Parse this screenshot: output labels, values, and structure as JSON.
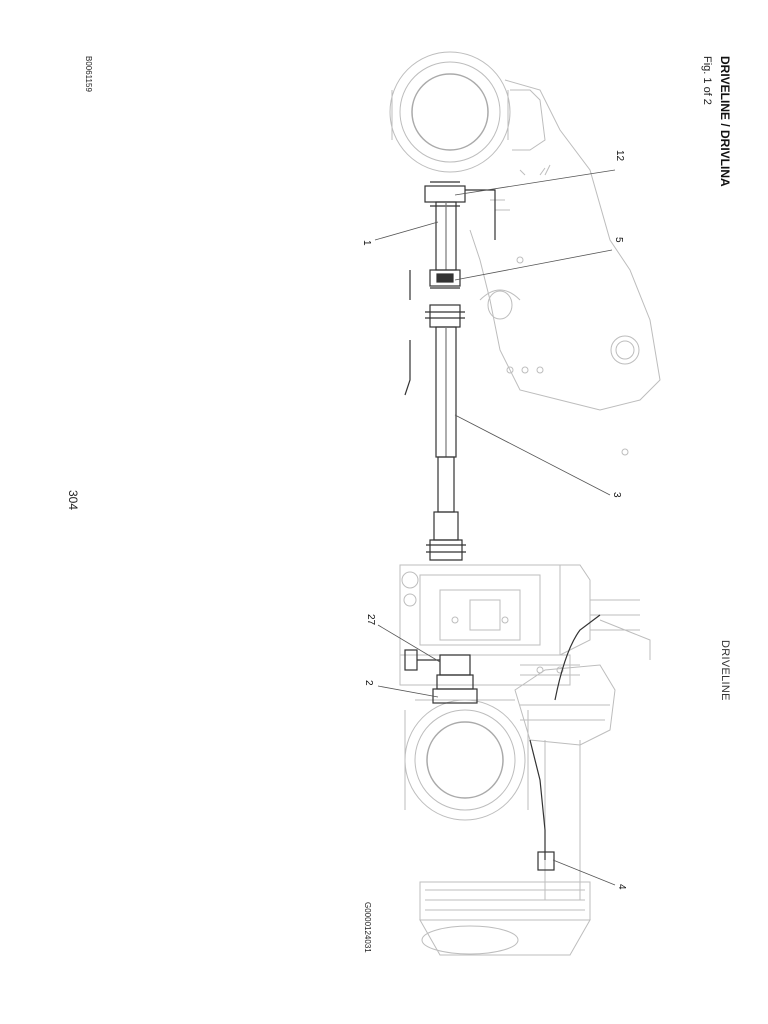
{
  "header": {
    "title": "DRIVELINE / DRIVLINA",
    "figure": "Fig. 1 of 2",
    "section": "DRIVELINE"
  },
  "footer": {
    "doc_code": "B0061159",
    "page_number": "304",
    "drawing_id": "G0000124031"
  },
  "callouts": [
    {
      "id": "c12",
      "label": "12"
    },
    {
      "id": "c1",
      "label": "1"
    },
    {
      "id": "c5",
      "label": "5"
    },
    {
      "id": "c3",
      "label": "3"
    },
    {
      "id": "c27",
      "label": "27"
    },
    {
      "id": "c2",
      "label": "2"
    },
    {
      "id": "c4",
      "label": "4"
    }
  ]
}
